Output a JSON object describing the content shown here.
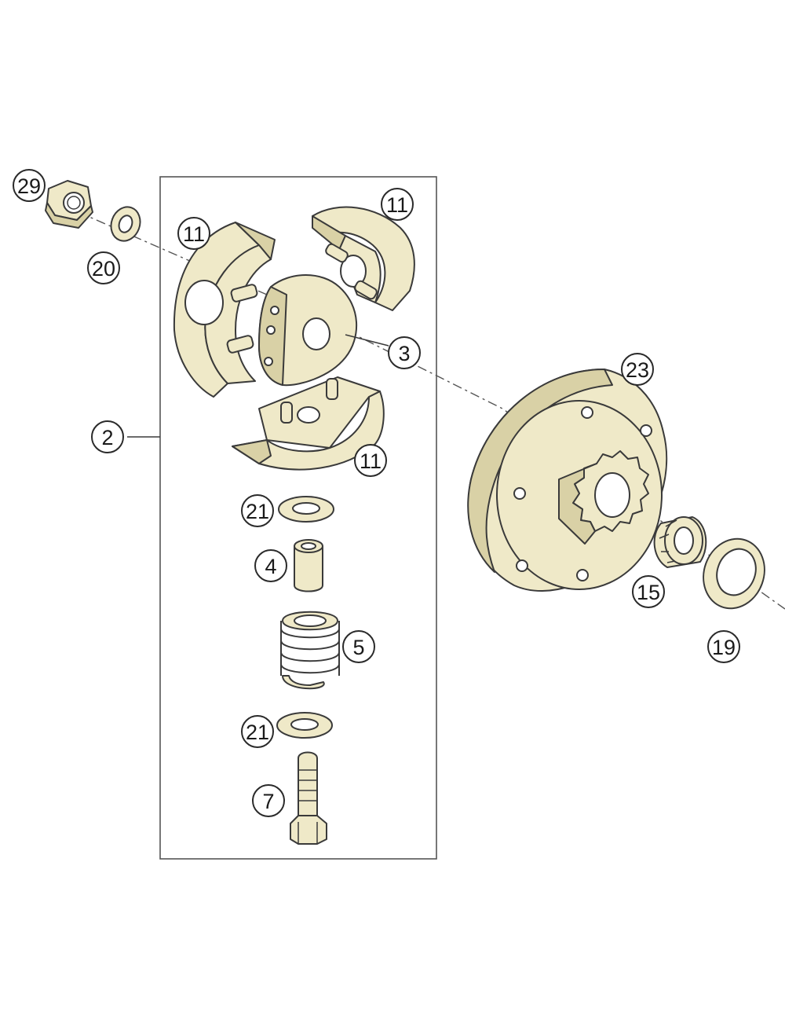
{
  "callouts": {
    "c2": "2",
    "c3": "3",
    "c4": "4",
    "c5": "5",
    "c7": "7",
    "c11a": "11",
    "c11b": "11",
    "c11c": "11",
    "c15": "15",
    "c19": "19",
    "c20": "20",
    "c21a": "21",
    "c21b": "21",
    "c23": "23",
    "c29": "29"
  },
  "colors": {
    "part_fill": "#efe9c8",
    "outline": "#3a3a3a"
  }
}
